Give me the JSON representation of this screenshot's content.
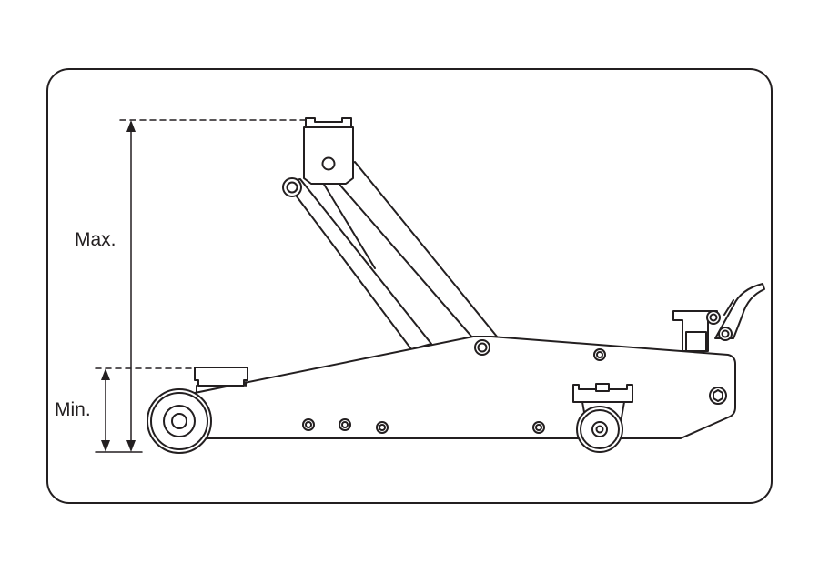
{
  "labels": {
    "max": "Max.",
    "min": "Min."
  },
  "colors": {
    "stroke": "#231f20",
    "background": "#ffffff"
  },
  "illustration": {
    "subject": "floor-jack-lift-height-diagram"
  }
}
